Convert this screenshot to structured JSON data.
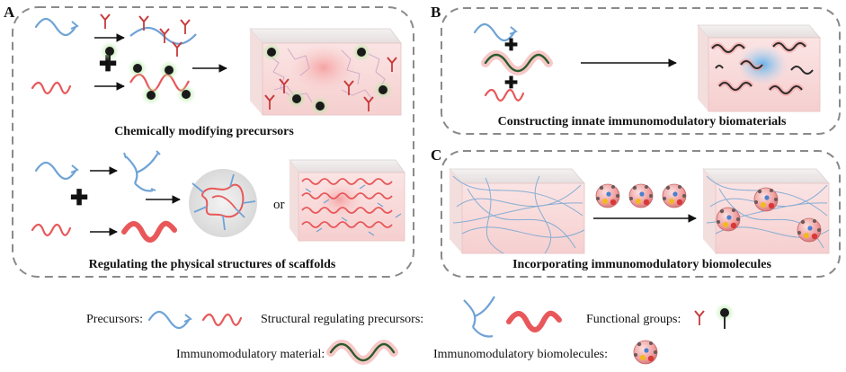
{
  "panels": {
    "A": {
      "letter": "A",
      "caption_top": "Chemically modifying precursors",
      "caption_bottom": "Regulating the physical structures of scaffolds",
      "or_word": "or"
    },
    "B": {
      "letter": "B",
      "caption": "Constructing innate immunomodulatory biomaterials"
    },
    "C": {
      "letter": "C",
      "caption": "Incorporating immunomodulatory biomolecules"
    }
  },
  "legend": {
    "precursors": "Precursors:",
    "structural": "Structural regulating precursors:",
    "functional": "Functional groups:",
    "material": "Immunomodulatory material:",
    "biomolecules": "Immunomodulatory biomolecules:"
  },
  "colors": {
    "blue_strand": "#6fa3d6",
    "red_strand": "#e8585a",
    "green_glow": "#8fdc7a",
    "frame_dash": "#8a8a8a",
    "gel_pink": "#f7d3d3",
    "gel_top": "#efeaea",
    "sphere_pink": "#f2a3a3"
  }
}
